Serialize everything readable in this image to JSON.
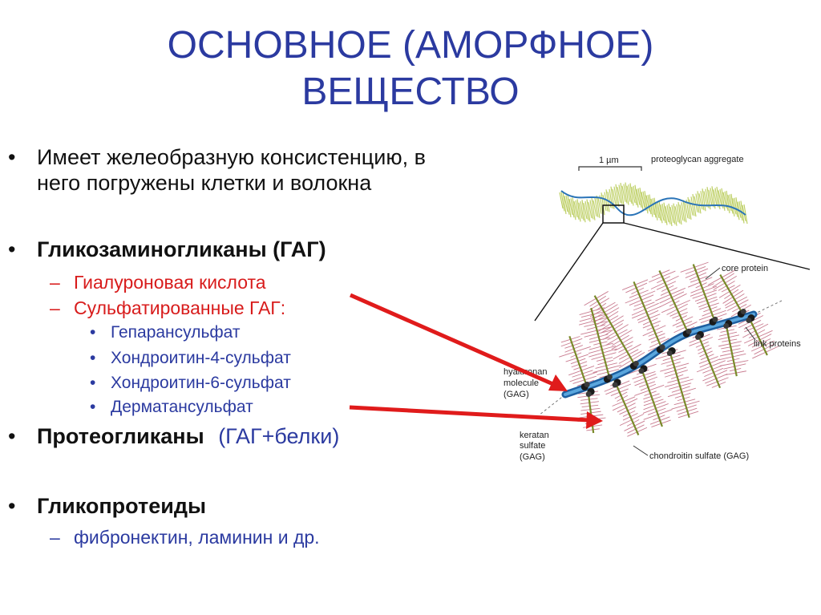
{
  "title": {
    "line1": "ОСНОВНОЕ (АМОРФНОЕ)",
    "line2": "ВЕЩЕСТВО"
  },
  "bullets": {
    "b1_line1": "Имеет желеобразную консистенцию, в",
    "b1_line2": "него погружены клетки и волокна",
    "b2": "Гликозаминогликаны (ГАГ)",
    "b2_sub1": "Гиалуроновая кислота",
    "b2_sub2": "Сульфатированные ГАГ:",
    "b2_items": [
      "Гепарансульфат",
      "Хондроитин-4-сульфат",
      "Хондроитин-6-сульфат",
      "Дерматансульфат"
    ],
    "b3_bold": "Протеогликаны",
    "b3_rest": "(ГАГ+белки)",
    "b4": "Гликопротеиды",
    "b4_sub": "фибронектин, ламинин и др."
  },
  "symbols": {
    "bullet": "•",
    "dash": "–",
    "small_bullet": "•"
  },
  "diagram": {
    "scale": "1 µm",
    "aggregate": "proteoglycan aggregate",
    "core_protein": "core protein",
    "link_proteins": "link proteins",
    "hyaluronan_1": "hyaluronan",
    "hyaluronan_2": "molecule",
    "hyaluronan_3": "(GAG)",
    "keratan_1": "keratan",
    "keratan_2": "sulfate",
    "keratan_3": "(GAG)",
    "chondroitin": "chondroitin sulfate (GAG)"
  },
  "colors": {
    "title": "#2b3aa0",
    "text": "#111111",
    "red": "#d81c1c",
    "blue": "#2b3aa0",
    "arrow": "#e01b1b",
    "hyaluronan": "#2a74b8",
    "core": "#7a8a2a",
    "bristle": "#b5607a"
  }
}
